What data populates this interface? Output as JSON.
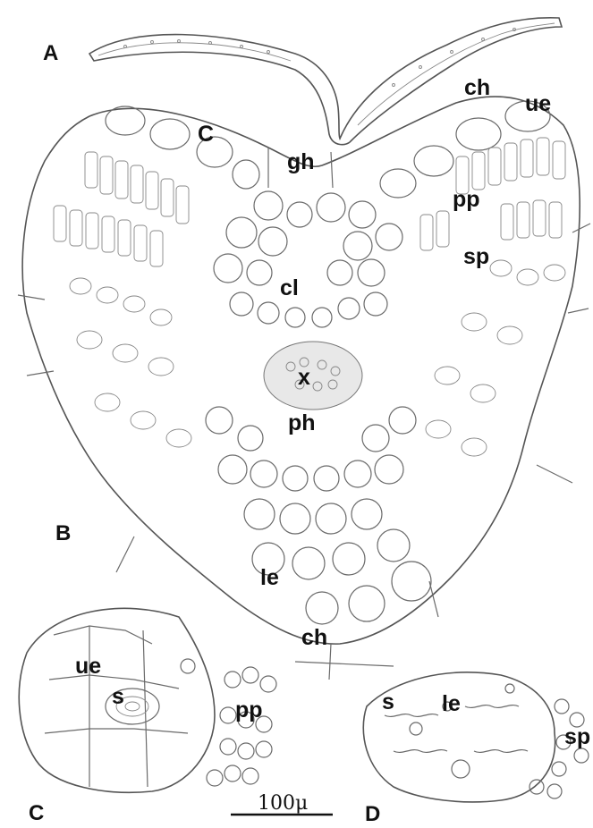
{
  "panels": {
    "a": "A",
    "b": "B",
    "c": "C",
    "d": "D"
  },
  "labels": {
    "ch_top": "ch",
    "ue_top": "ue",
    "c_label": "C",
    "gh": "gh",
    "pp_right": "pp",
    "sp_right": "sp",
    "cl": "cl",
    "x": "x",
    "ph": "ph",
    "le": "le",
    "ch_bottom": "ch",
    "ue_c": "ue",
    "s_c": "s",
    "pp_c": "pp",
    "s_d": "s",
    "le_d": "le",
    "sp_d": "sp"
  },
  "scale_bar": {
    "label": "100μ"
  },
  "colors": {
    "line": "#555555",
    "text": "#111111",
    "background": "#ffffff"
  }
}
